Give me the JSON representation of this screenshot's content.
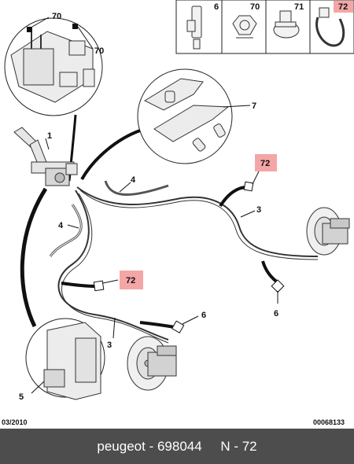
{
  "parts_table": [
    {
      "ref": "6",
      "highlight": false
    },
    {
      "ref": "70",
      "highlight": false
    },
    {
      "ref": "71",
      "highlight": false
    },
    {
      "ref": "72",
      "highlight": true
    }
  ],
  "callouts": {
    "c70a": "70",
    "c70b": "70",
    "c1": "1",
    "c7": "7",
    "c4a": "4",
    "c4b": "4",
    "c72a": "72",
    "c72b": "72",
    "c3a": "3",
    "c3b": "3",
    "c6a": "6",
    "c6b": "6",
    "c5": "5"
  },
  "footer": {
    "date": "03/2010",
    "code": "00068133"
  },
  "caption": {
    "brand": "peugeot",
    "separator": " - ",
    "part_number": "698044",
    "ref_label": "N - 72"
  },
  "colors": {
    "highlight": "#f4a6a6",
    "caption_bar": "#4d4d4d",
    "caption_text": "#ffffff"
  }
}
